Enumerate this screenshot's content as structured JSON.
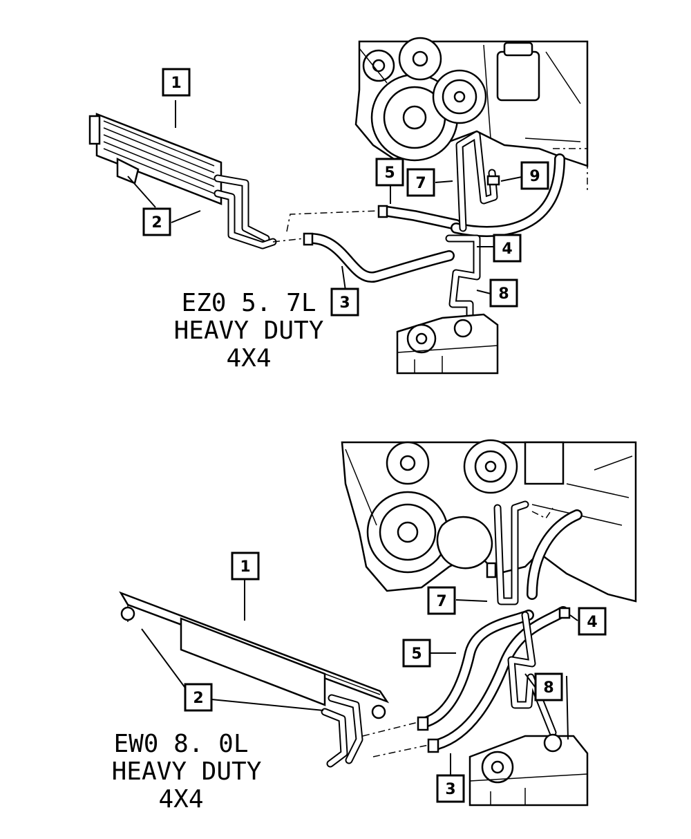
{
  "upper": {
    "caption_lines": [
      "EZ0 5. 7L",
      "HEAVY DUTY",
      "4X4"
    ],
    "callouts": [
      "1",
      "2",
      "3",
      "4",
      "5",
      "7",
      "8",
      "9"
    ]
  },
  "lower": {
    "caption_lines": [
      "EW0 8. 0L",
      "HEAVY DUTY",
      "4X4"
    ],
    "callouts": [
      "1",
      "2",
      "3",
      "4",
      "5",
      "7",
      "8"
    ]
  }
}
